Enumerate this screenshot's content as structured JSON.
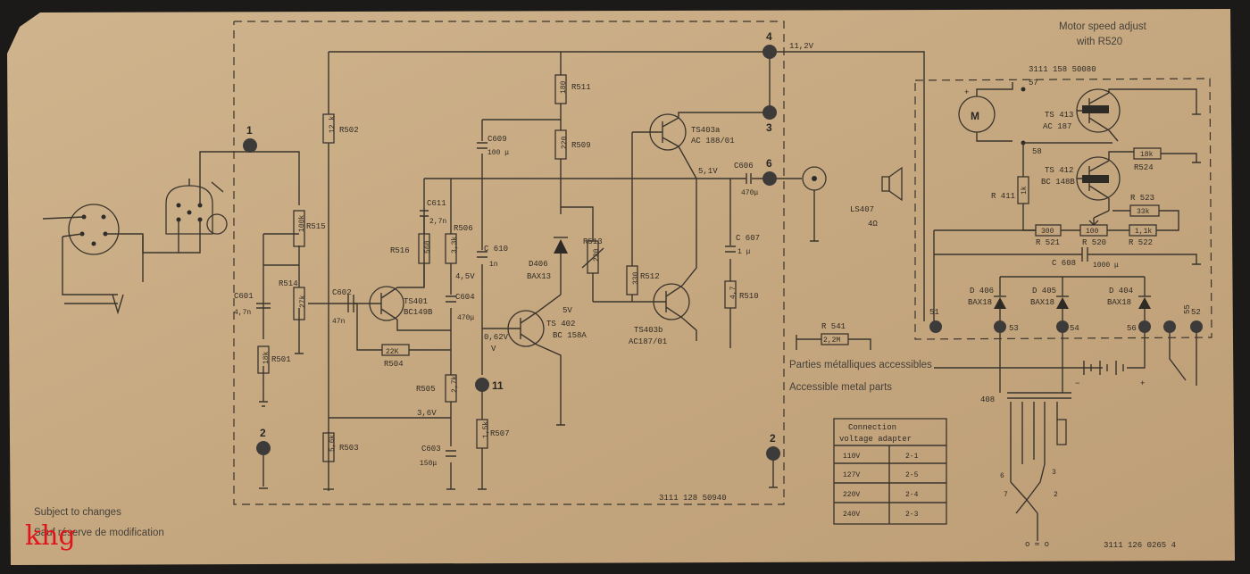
{
  "schematic": {
    "caption_top_right": [
      "Motor speed adjust",
      "with R520"
    ],
    "part_number_bottom": "3111 126 0265 4",
    "board_number": "3111 128 50940",
    "motor_board_number": "3111 158 50080",
    "note_en": "Subject to changes",
    "note_fr": "Sauf réserve de modification",
    "metal_parts_fr": "Parties métalliques accessibles",
    "metal_parts_en": "Accessible metal parts",
    "logo": "khg",
    "terminals": [
      "1",
      "2",
      "2",
      "3",
      "4",
      "6",
      "11",
      "51",
      "52",
      "53",
      "54",
      "55",
      "56",
      "57",
      "58"
    ],
    "voltages": [
      "11,2V",
      "5,1V",
      "5V",
      "4,5V",
      "0,62V",
      "3,6V"
    ],
    "transistors": [
      {
        "ref": "TS401",
        "type": "BC149B"
      },
      {
        "ref": "TS402",
        "type": "BC158A"
      },
      {
        "ref": "TS403a",
        "type": "AC188/01"
      },
      {
        "ref": "TS403b",
        "type": "AC187/01"
      },
      {
        "ref": "TS413",
        "type": "AC187"
      },
      {
        "ref": "TS412",
        "type": "BC148B"
      }
    ],
    "diodes": [
      {
        "ref": "D406",
        "type": "BAX13"
      },
      {
        "ref": "D406",
        "type": "BAX18"
      },
      {
        "ref": "D405",
        "type": "BAX18"
      },
      {
        "ref": "D404",
        "type": "BAX18"
      }
    ],
    "resistors": [
      {
        "ref": "R502",
        "value": "12k"
      },
      {
        "ref": "R511",
        "value": "180"
      },
      {
        "ref": "R509",
        "value": "220"
      },
      {
        "ref": "R506",
        "value": "3,3k"
      },
      {
        "ref": "R516",
        "value": "560"
      },
      {
        "ref": "R515",
        "value": "100k"
      },
      {
        "ref": "R514",
        "value": "27k"
      },
      {
        "ref": "R501",
        "value": "18k"
      },
      {
        "ref": "R504",
        "value": "22K"
      },
      {
        "ref": "R505",
        "value": "2,7k"
      },
      {
        "ref": "R507",
        "value": "1,5k"
      },
      {
        "ref": "R503",
        "value": "5,6k"
      },
      {
        "ref": "R513",
        "value": "220"
      },
      {
        "ref": "R512",
        "value": "330"
      },
      {
        "ref": "R510",
        "value": "4,7"
      },
      {
        "ref": "R541",
        "value": "2,2M"
      },
      {
        "ref": "R411",
        "value": "1k"
      },
      {
        "ref": "R524",
        "value": "18k"
      },
      {
        "ref": "R523",
        "value": "33k"
      },
      {
        "ref": "R521",
        "value": "300"
      },
      {
        "ref": "R520",
        "value": "100"
      },
      {
        "ref": "R522",
        "value": "1,1k"
      }
    ],
    "capacitors": [
      {
        "ref": "C609",
        "value": "100μ"
      },
      {
        "ref": "C611",
        "value": "2,7n"
      },
      {
        "ref": "C610",
        "value": "1n"
      },
      {
        "ref": "C601",
        "value": "4,7n"
      },
      {
        "ref": "C602",
        "value": "47n"
      },
      {
        "ref": "C604",
        "value": "470μ"
      },
      {
        "ref": "C603",
        "value": "150μ"
      },
      {
        "ref": "C606",
        "value": "470μ"
      },
      {
        "ref": "C607",
        "value": "1μ"
      },
      {
        "ref": "C608",
        "value": "1000μ"
      }
    ],
    "other": {
      "speaker_ref": "LS407",
      "speaker_ohm": "4Ω",
      "motor": "M",
      "transformer": "408",
      "mains_symbol": "o ≃ o"
    },
    "voltage_adapter": {
      "title": [
        "Connection",
        "voltage adapter"
      ],
      "rows": [
        [
          "110V",
          "2-1"
        ],
        [
          "127V",
          "2-5"
        ],
        [
          "220V",
          "2-4"
        ],
        [
          "240V",
          "2-3"
        ]
      ]
    }
  }
}
